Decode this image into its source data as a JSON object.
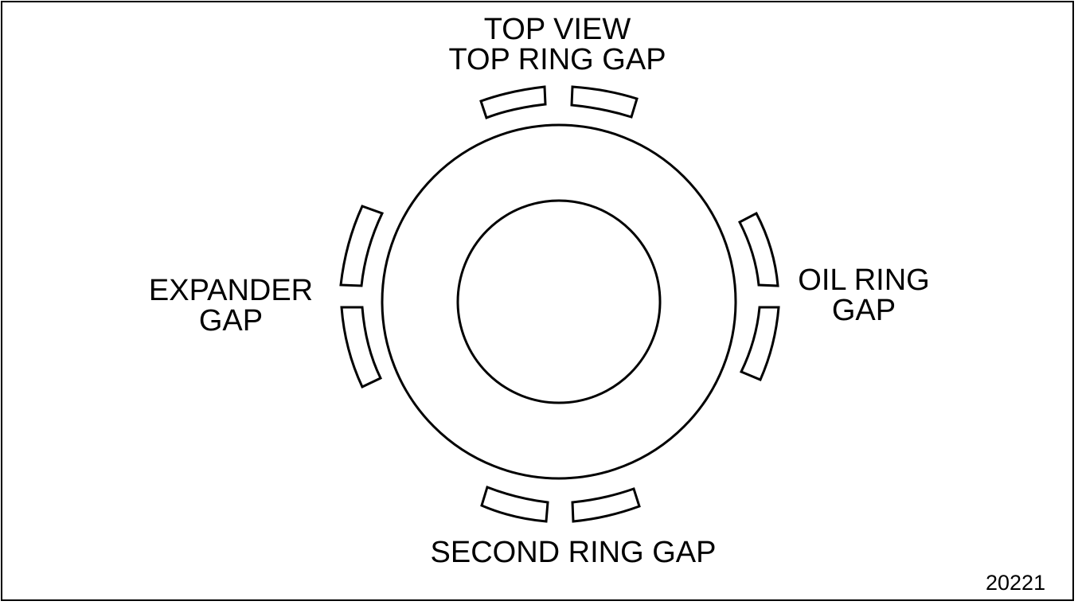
{
  "labels": {
    "top_view": "TOP VIEW",
    "top_ring_gap": "TOP RING GAP",
    "oil_ring_gap_line1": "OIL RING",
    "oil_ring_gap_line2": "GAP",
    "expander_gap_line1": "EXPANDER",
    "expander_gap_line2": "GAP",
    "second_ring_gap": "SECOND RING GAP"
  },
  "figure_number": "20221",
  "colors": {
    "line": "#000000",
    "background": "#ffffff"
  }
}
